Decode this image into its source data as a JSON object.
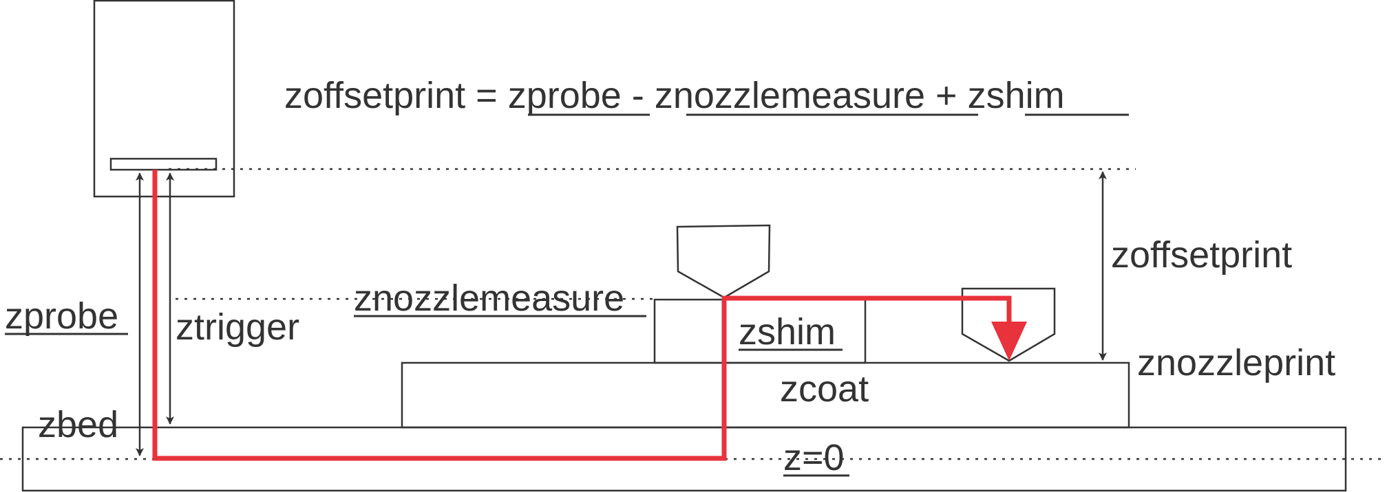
{
  "formula": {
    "lhs": "zoffsetprint",
    "eq": " = ",
    "term1": "zprobe",
    "op1": " - ",
    "term2": "znozzlemeasure",
    "op2": " + ",
    "term3": "zshim"
  },
  "labels": {
    "zprobe": "zprobe",
    "ztrigger": "ztrigger",
    "znozzlemeasure": "znozzlemeasure",
    "zshim": "zshim",
    "zcoat": "zcoat",
    "zbed": "zbed",
    "z0": "z=0",
    "zoffsetprint": "zoffsetprint",
    "znozzleprint": "znozzleprint"
  },
  "colors": {
    "line": "#333333",
    "accent_path": "#e8323c",
    "background": "#ffffff"
  }
}
